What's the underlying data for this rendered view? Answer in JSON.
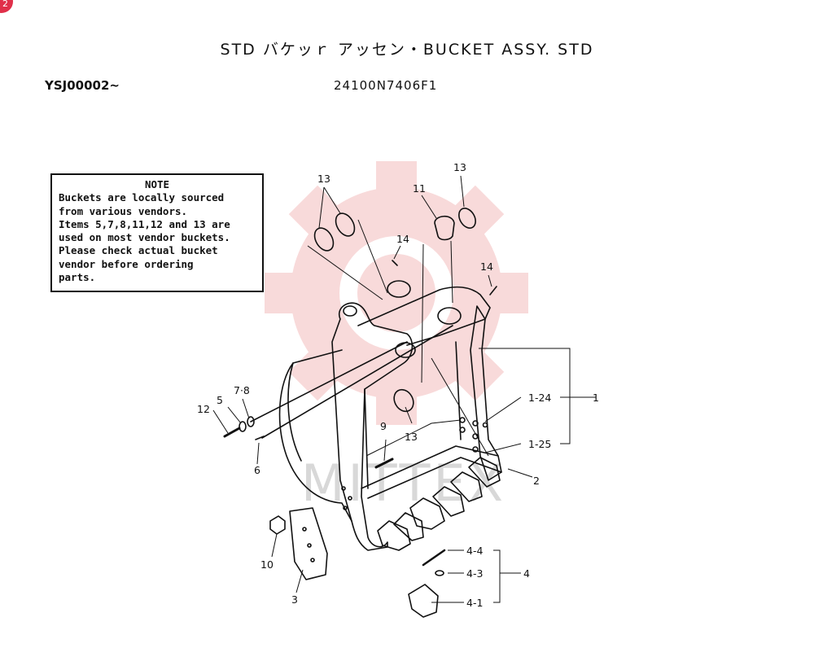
{
  "page_badge": "2",
  "title": "STD バケッｒ アッセン・BUCKET ASSY. STD",
  "serial_range": "YSJ00002~",
  "part_number": "24100N7406F1",
  "note": {
    "heading": "NOTE",
    "lines": [
      "Buckets are locally sourced",
      "from various vendors.",
      "Items 5,7,8,11,12 and 13 are",
      "used on most vendor buckets.",
      "Please check actual bucket",
      "vendor before ordering",
      "parts."
    ]
  },
  "watermark": {
    "text": "MITTEX",
    "color": "#e8b4b4"
  },
  "callouts": {
    "c13a": "13",
    "c13b": "13",
    "c13c": "13",
    "c11": "11",
    "c14a": "14",
    "c14b": "14",
    "c7_8": "7·8",
    "c5": "5",
    "c12": "12",
    "c6": "6",
    "c9": "9",
    "c1_24": "1-24",
    "c1": "1",
    "c1_25": "1-25",
    "c2": "2",
    "c10": "10",
    "c3": "3",
    "c4_4": "4-4",
    "c4_3": "4-3",
    "c4": "4",
    "c4_1": "4-1"
  }
}
